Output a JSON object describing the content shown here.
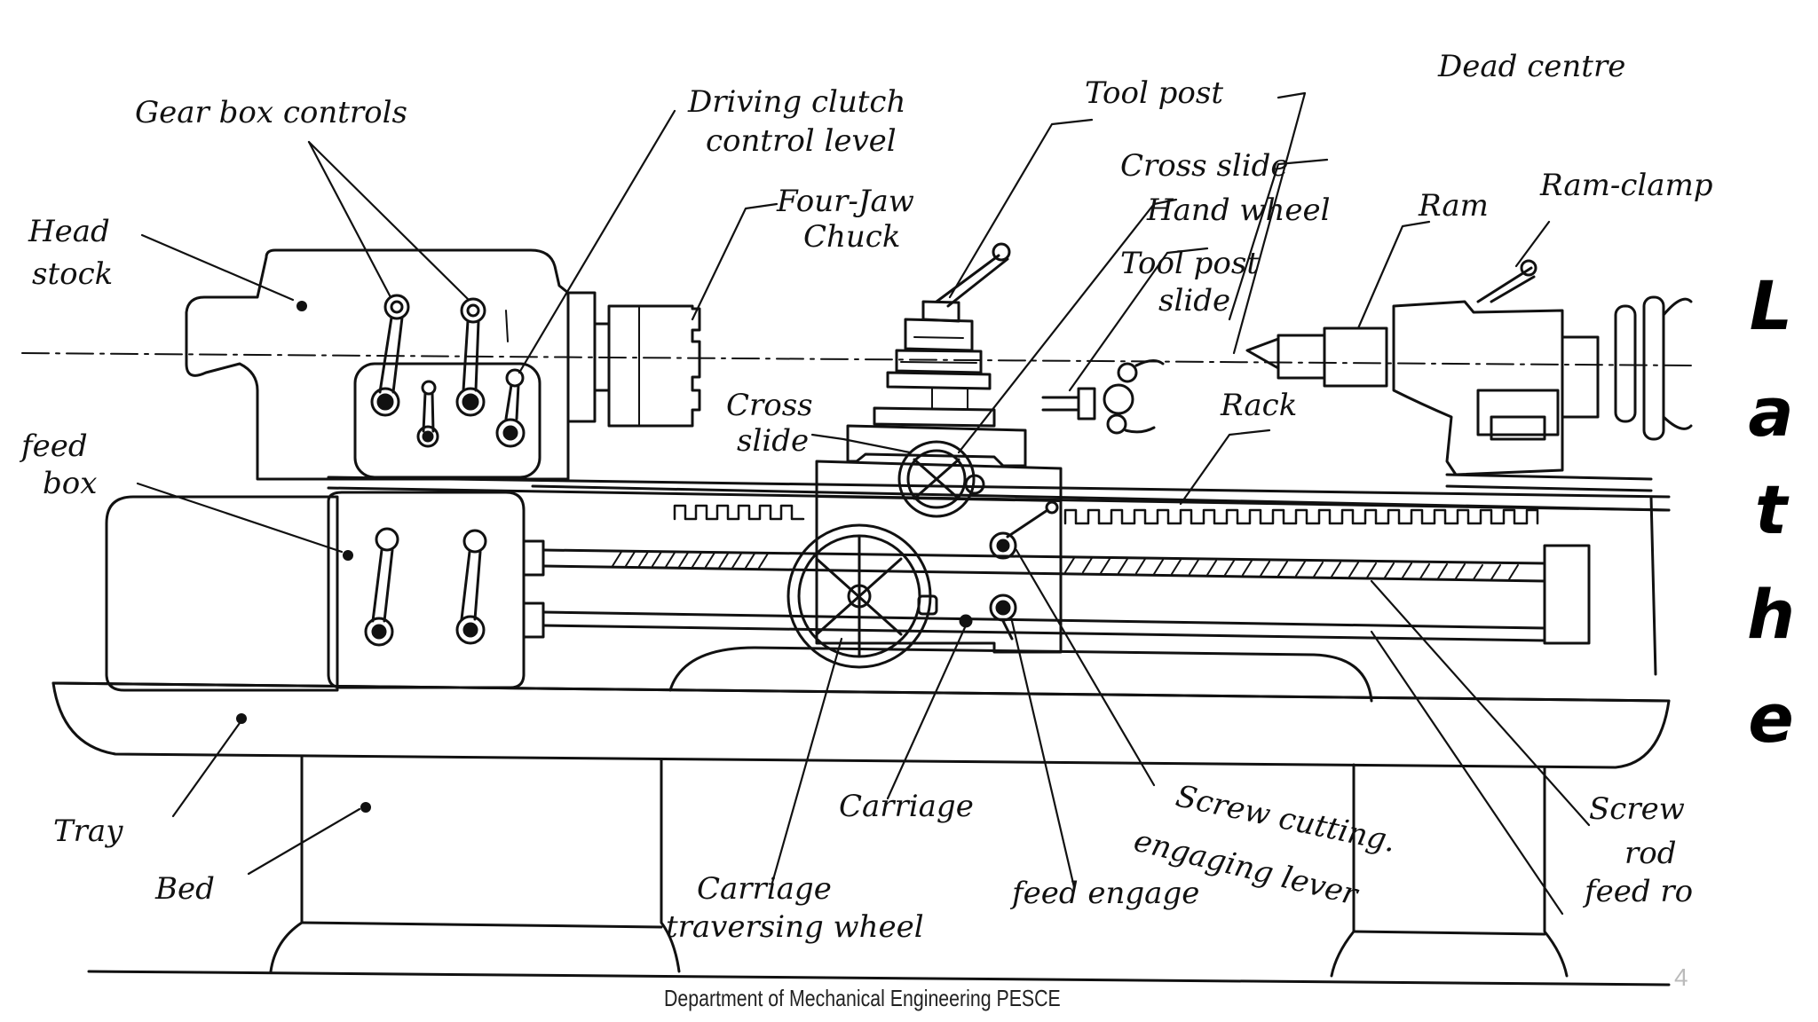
{
  "labels": {
    "gear_box_controls": "Gear box controls",
    "driving_clutch_1": "Driving clutch",
    "driving_clutch_2": "control level",
    "tool_post": "Tool post",
    "dead_centre": "Dead centre",
    "cross_slide_top": "Cross slide",
    "four_jaw_1": "Four-Jaw",
    "four_jaw_2": "Chuck",
    "hand_wheel": "Hand wheel",
    "ram": "Ram",
    "ram_clamp": "Ram-clamp",
    "tool_post_slide_1": "Tool post",
    "tool_post_slide_2": "slide",
    "head_stock_1": "Head",
    "head_stock_2": "stock",
    "feed_box_1": "feed",
    "feed_box_2": "box",
    "cross_slide_left_1": "Cross",
    "cross_slide_left_2": "slide",
    "rack": "Rack",
    "tray": "Tray",
    "bed": "Bed",
    "carriage": "Carriage",
    "carriage_wheel_1": "Carriage",
    "carriage_wheel_2": "traversing wheel",
    "feed_engage": "feed engage",
    "screw_cutting_1": "Screw cutting.",
    "screw_cutting_2": "engaging lever",
    "screw_1": "Screw",
    "rod": "rod",
    "feed_ro": "feed ro"
  },
  "title_letters": [
    "L",
    "a",
    "t",
    "h",
    "e"
  ],
  "footer": "Department of Mechanical Engineering PESCE",
  "page_number": "4"
}
